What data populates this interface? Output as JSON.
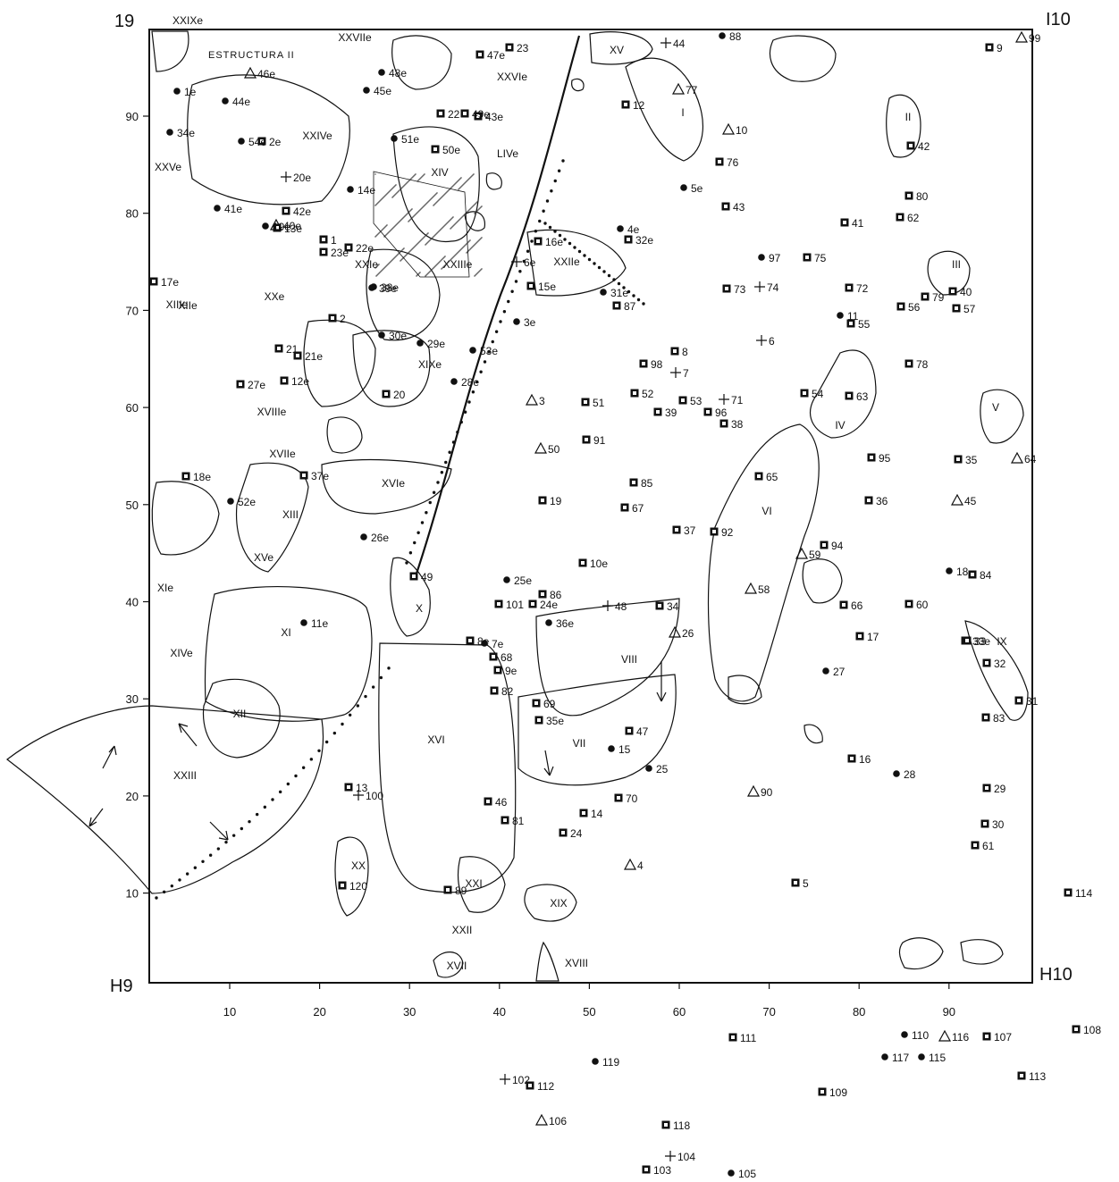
{
  "corners": {
    "top_left": "19",
    "top_right": "I10",
    "bottom_left": "H9",
    "bottom_right": "H10"
  },
  "title": "ESTRUCTURA II",
  "x_ticks": [
    "10",
    "20",
    "30",
    "40",
    "50",
    "60",
    "70",
    "80",
    "90"
  ],
  "y_ticks": [
    "90",
    "80",
    "70",
    "60",
    "50",
    "40",
    "30",
    "20",
    "10"
  ],
  "romans": [
    "I",
    "II",
    "III",
    "IV",
    "V",
    "VI",
    "VII",
    "VIII",
    "IX",
    "X",
    "XI",
    "XII",
    "XIII",
    "XIV",
    "XV",
    "XVI",
    "XIX",
    "XX",
    "XXI",
    "XXII",
    "XXIII",
    "XVII",
    "XVIII",
    "XIe",
    "XIIe",
    "XIIIe",
    "XIVe",
    "XVe",
    "XVIe",
    "XVIIe",
    "XVIIIe",
    "XIXe",
    "XXe",
    "XXIe",
    "XXIIe",
    "XXIIIe",
    "XXIVe",
    "XXVe",
    "XXVIe",
    "XXVIIe",
    "XXIXe",
    "LIVe"
  ],
  "find_labels": [
    "1e",
    "2e",
    "3e",
    "4e",
    "5e",
    "6e",
    "7e",
    "8e",
    "9e",
    "10e",
    "11e",
    "12e",
    "13e",
    "14e",
    "15e",
    "16e",
    "17e",
    "18e",
    "19e",
    "20e",
    "21e",
    "22e",
    "23e",
    "24e",
    "25e",
    "26e",
    "27e",
    "28e",
    "29e",
    "30e",
    "31e",
    "32e",
    "33e",
    "34e",
    "35e",
    "36e",
    "37e",
    "38e",
    "39e",
    "40e",
    "41e",
    "42e",
    "43e",
    "44e",
    "45e",
    "46e",
    "47e",
    "48e",
    "49e",
    "50e",
    "51e",
    "52e",
    "53e",
    "54e",
    "1",
    "2",
    "3",
    "4",
    "5",
    "6",
    "7",
    "8",
    "9",
    "10",
    "11",
    "12",
    "13",
    "14",
    "15",
    "16",
    "17",
    "18",
    "19",
    "20",
    "21",
    "22",
    "23",
    "24",
    "25",
    "26",
    "27",
    "28",
    "29",
    "30",
    "31",
    "32",
    "33",
    "34",
    "35",
    "36",
    "37",
    "38",
    "39",
    "40",
    "41",
    "42",
    "43",
    "44",
    "45",
    "46",
    "47",
    "48",
    "49",
    "50",
    "51",
    "52",
    "53",
    "54",
    "55",
    "56",
    "57",
    "58",
    "59",
    "60",
    "61",
    "62",
    "63",
    "64",
    "65",
    "66",
    "67",
    "68",
    "69",
    "70",
    "71",
    "72",
    "73",
    "74",
    "75",
    "76",
    "77",
    "78",
    "79",
    "80",
    "81",
    "82",
    "83",
    "84",
    "85",
    "86",
    "87",
    "88",
    "89",
    "90",
    "91",
    "92",
    "94",
    "95",
    "96",
    "97",
    "98",
    "99",
    "100",
    "101",
    "102",
    "103",
    "104",
    "105",
    "106",
    "107",
    "108",
    "109",
    "110",
    "111",
    "112",
    "113",
    "114",
    "115",
    "116",
    "117",
    "118",
    "119",
    "120"
  ]
}
